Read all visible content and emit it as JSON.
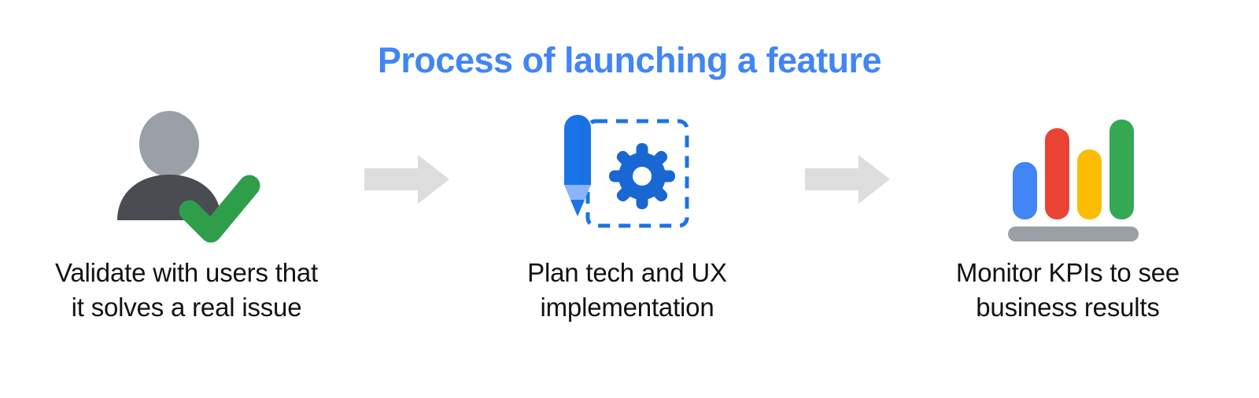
{
  "slide": {
    "background_color": "#ffffff",
    "title": "Process of launching a feature",
    "title_color": "#4285F4"
  },
  "steps": [
    {
      "index": 1,
      "icon_name": "validated-user-icon",
      "caption_line_1": "Validate with users that",
      "caption_line_2": "it solves a real issue",
      "caption_color": "#121212",
      "icon_colors": {
        "head": "#9AA0A6",
        "body": "#494C50",
        "check": "#2E9E4B"
      }
    },
    {
      "index": 2,
      "icon_name": "design-plan-icon",
      "caption_line_1": "Plan tech and UX",
      "caption_line_2": "implementation",
      "caption_color": "#121212",
      "icon_colors": {
        "pencil_body": "#1A73E8",
        "pencil_tip": "#8AB4F8",
        "pencil_point": "#1A73E8",
        "gear": "#1967D2",
        "dashed_border": "#1A73E8"
      }
    },
    {
      "index": 3,
      "icon_name": "bar-chart-kpi-icon",
      "caption_line_1": "Monitor KPIs to see",
      "caption_line_2": "business results",
      "caption_color": "#121212",
      "icon_colors": {
        "bar_1": "#4285F4",
        "bar_2": "#EA4335",
        "bar_3": "#FBBC04",
        "bar_4": "#34A853",
        "baseline": "#9AA0A6"
      }
    }
  ],
  "connectors": [
    {
      "index": 1,
      "icon_name": "right-arrow-icon",
      "color": "#DDDDDD"
    },
    {
      "index": 2,
      "icon_name": "right-arrow-icon",
      "color": "#DDDDDD"
    }
  ],
  "chart_data": {
    "type": "bar",
    "title": "Monitor KPIs to see business results",
    "categories": [
      "bar-1",
      "bar-2",
      "bar-3",
      "bar-4"
    ],
    "values": [
      42,
      80,
      57,
      93
    ],
    "colors": [
      "#4285F4",
      "#EA4335",
      "#FBBC04",
      "#34A853"
    ],
    "xlabel": "",
    "ylabel": "",
    "ylim": [
      0,
      100
    ],
    "grid": false,
    "legend": "none"
  }
}
